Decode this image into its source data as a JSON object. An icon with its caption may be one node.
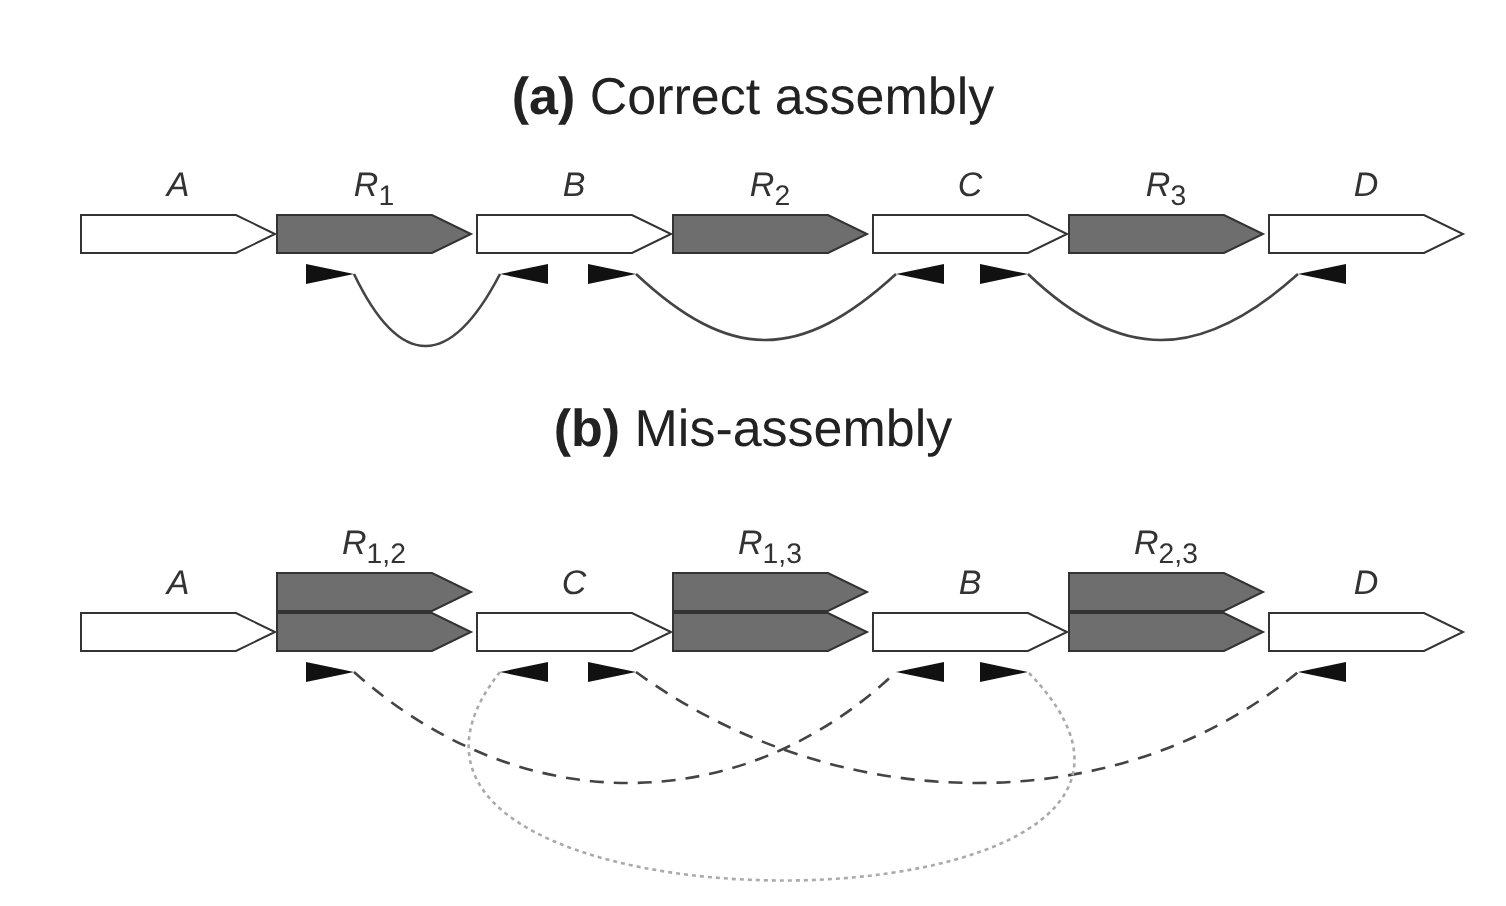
{
  "diagram": {
    "nodes": [
      {
        "text": [
          "*A*"
        ]
      },
      {
        "text": [
          "*R*$_{1}$"
        ]
      },
      {
        "text": [
          "*B*"
        ]
      },
      {
        "text": [
          "*R*$_{2}$"
        ]
      },
      {
        "text": [
          "*C*"
        ]
      },
      {
        "text": [
          "*R*$_{3}$"
        ]
      },
      {
        "text": [
          "*D*"
        ]
      },
      {
        "text": [],
        "shape": "triangle"
      },
      {
        "text": [],
        "shape": "triangle"
      },
      {
        "text": [],
        "shape": "triangle"
      },
      {
        "text": [],
        "shape": "triangle"
      },
      {
        "text": [],
        "shape": "triangle"
      },
      {
        "text": [],
        "shape": "triangle"
      },
      {
        "text": [
          "*A*"
        ]
      },
      {
        "text": [
          "*R*$_{1,2}$"
        ]
      },
      {
        "text": [
          "*C*"
        ]
      },
      {
        "text": [
          "*R*$_{1,3}$"
        ]
      },
      {
        "text": [
          "*B*"
        ]
      },
      {
        "text": [
          "*R*$_{2,3}$"
        ]
      },
      {
        "text": [
          "*D*"
        ]
      },
      {
        "text": [],
        "shape": "triangle"
      },
      {
        "text": [],
        "shape": "triangle"
      },
      {
        "text": [],
        "shape": "triangle"
      },
      {
        "text": [],
        "shape": "triangle"
      },
      {
        "text": [],
        "shape": "triangle"
      },
      {
        "text": [],
        "shape": "triangle"
      }
    ],
    "edges": [
      {
        "from": 7,
        "to": 8,
        "arrow": "none"
      },
      {
        "from": 9,
        "to": 10,
        "arrow": "none"
      },
      {
        "from": 11,
        "to": 12,
        "arrow": "none"
      },
      {
        "from": 20,
        "to": 23,
        "arrow": "none",
        "style": "dashed"
      },
      {
        "from": 22,
        "to": 25,
        "arrow": "none",
        "style": "dashed"
      },
      {
        "from": 21,
        "to": 24,
        "arrow": "none",
        "style": "dashed",
        "color": "#aaaaaa"
      }
    ],
    "labels": [
      "**(a)** Correct assembly",
      "**(b)** Mis-assembly"
    ]
  }
}
